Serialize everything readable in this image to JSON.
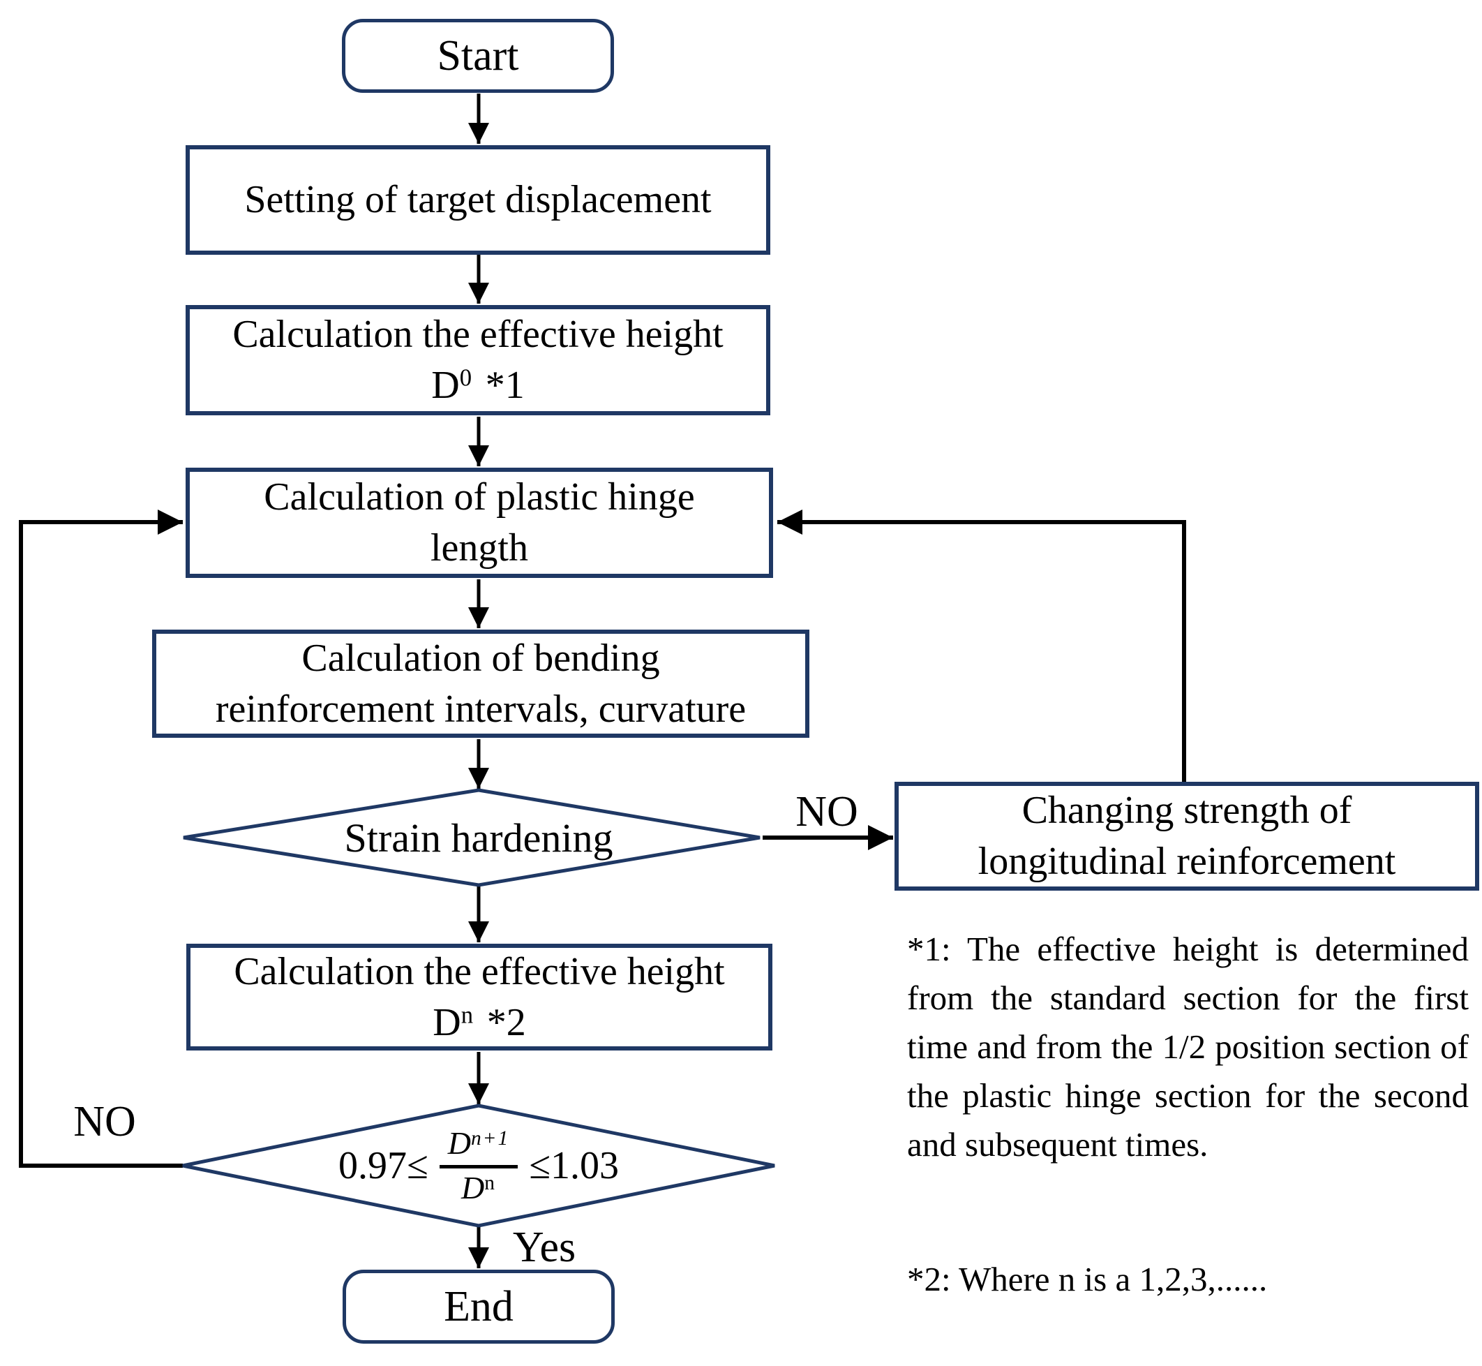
{
  "colors": {
    "node_border": "#1f3864",
    "connector": "#000000",
    "text": "#000000",
    "background": "#ffffff"
  },
  "nodes": {
    "start": {
      "shape": "rounded",
      "label": "Start"
    },
    "setting_target_displacement": {
      "shape": "rect",
      "label": "Setting of target displacement"
    },
    "calc_effective_height_d0": {
      "shape": "rect",
      "line1": "Calculation the effective height",
      "symbol_base": "D",
      "symbol_sup": "0",
      "note_ref": "*1"
    },
    "calc_plastic_hinge_length": {
      "shape": "rect",
      "line1": "Calculation of plastic hinge",
      "line2": "length"
    },
    "calc_bending": {
      "shape": "rect",
      "line1": "Calculation of bending",
      "line2": "reinforcement intervals, curvature"
    },
    "strain_hardening": {
      "shape": "diamond",
      "label": "Strain hardening"
    },
    "changing_strength": {
      "shape": "rect",
      "line1": "Changing strength of",
      "line2": "longitudinal reinforcement"
    },
    "calc_effective_height_dn": {
      "shape": "rect",
      "line1": "Calculation the effective height",
      "symbol_base": "D",
      "symbol_sup": "n",
      "note_ref": "*2"
    },
    "convergence_check": {
      "shape": "diamond",
      "prefix": "0.97≤",
      "fraction": {
        "num_base": "D",
        "num_sup": "n+1",
        "den_base": "D",
        "den_sup": "n"
      },
      "suffix": "≤1.03"
    },
    "end": {
      "shape": "rounded",
      "label": "End"
    }
  },
  "edge_labels": {
    "strain_hardening_no": "NO",
    "convergence_no": "NO",
    "convergence_yes": "Yes"
  },
  "footnotes": {
    "note1": "*1: The effective height is determined from the standard section for the first time and from the 1/2 position section of the plastic hinge section for the second and subsequent times.",
    "note2": "*2: Where n is a 1,2,3,......"
  }
}
